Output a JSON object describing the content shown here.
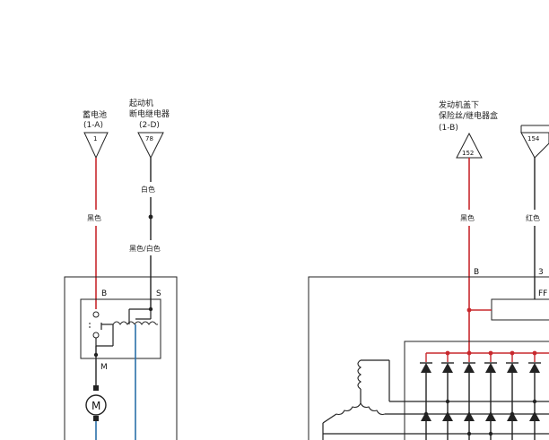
{
  "connectors": {
    "battery": {
      "name": "蓄电池",
      "code": "(1-A)",
      "pin": "1"
    },
    "starter_relay": {
      "name_line1": "起动机",
      "name_line2": "断电继电器",
      "code": "(2-D)",
      "pin": "78"
    },
    "fuse_box": {
      "name_line1": "发动机盖下",
      "name_line2": "保险丝/继电器盒",
      "code": "(1-B)",
      "pin": "152"
    },
    "right_connector": {
      "pin": "154"
    }
  },
  "wire_colors": {
    "battery_wire": "黑色",
    "relay_wire_top": "白色",
    "relay_wire_bottom": "黑色/白色",
    "fuse_wire": "黑色",
    "right_wire": "红色"
  },
  "terminals": {
    "starter_b": "B",
    "starter_s": "S",
    "starter_m": "M",
    "alt_b": "B",
    "alt_3": "3",
    "alt_ff": "FF"
  },
  "motor_symbol": "M",
  "colors": {
    "red_wire": "#c8282d",
    "black_wire": "#222222",
    "blue_wire": "#2a6fa8"
  }
}
